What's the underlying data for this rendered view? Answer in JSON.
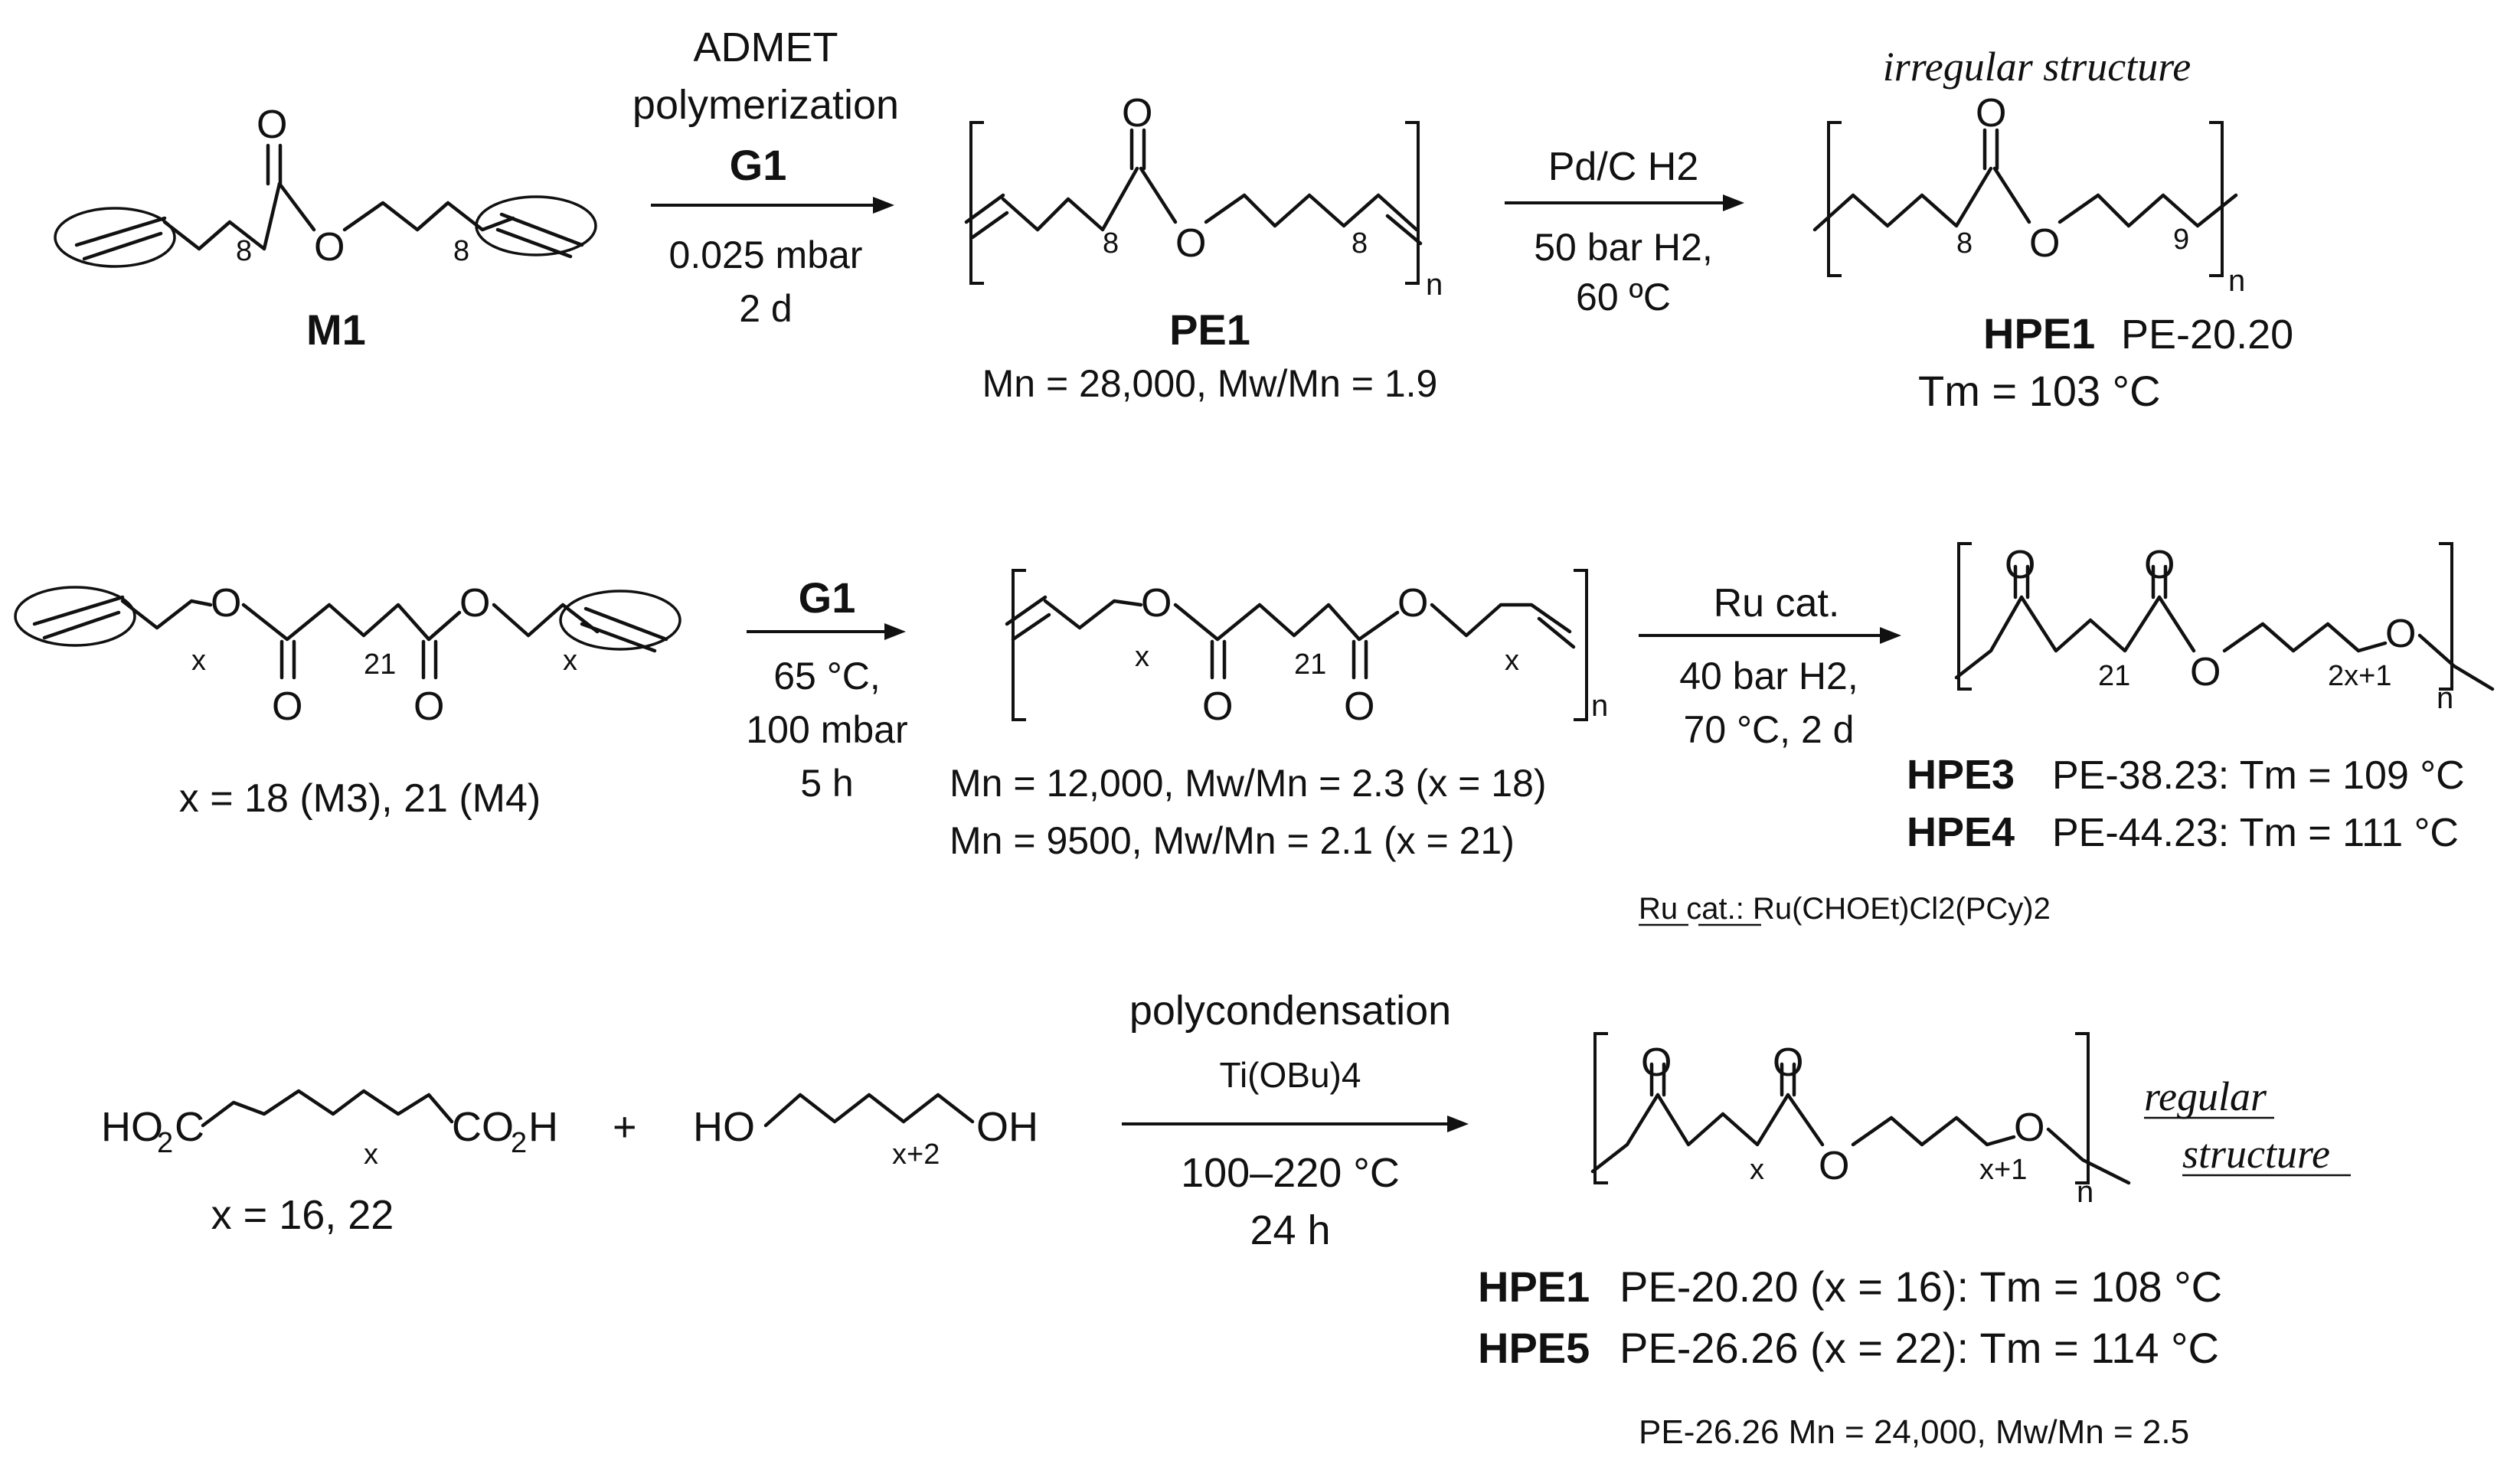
{
  "row1": {
    "m1_label": "M1",
    "m1_sub8a": "8",
    "m1_sub8b": "8",
    "arrow1_top1": "ADMET",
    "arrow1_top2": "polymerization",
    "arrow1_cat": "G1",
    "arrow1_bot1": "0.025 mbar",
    "arrow1_bot2": "2 d",
    "pe1_label": "PE1",
    "pe1_props": "Mn = 28,000, Mw/Mn = 1.9",
    "arrow2_top": "Pd/C H2",
    "arrow2_bot1": "50 bar H2,",
    "arrow2_bot2": "60 ºC",
    "irregular": "irregular structure",
    "hpe1_label": "HPE1",
    "hpe1_name": "PE-20.20",
    "hpe1_tm": "Tm = 103 °C"
  },
  "row2": {
    "monomer_caption": "x = 18 (M3), 21 (M4)",
    "arrow1_cat": "G1",
    "arrow1_bot1": "65 °C,",
    "arrow1_bot2": "100 mbar",
    "arrow1_bot3": "5 h",
    "props1": "Mn = 12,000, Mw/Mn = 2.3 (x = 18)",
    "props2": "Mn = 9500, Mw/Mn = 2.1 (x = 21)",
    "arrow2_top": "Ru cat.",
    "arrow2_bot1": "40 bar H2,",
    "arrow2_bot2": "70 °C, 2 d",
    "hpe3_label": "HPE3",
    "hpe3_text": "PE-38.23: Tm = 109 °C",
    "hpe4_label": "HPE4",
    "hpe4_text": "PE-44.23: Tm = 111 °C",
    "rucat_note": "Ru cat.: Ru(CHOEt)Cl2(PCy)2"
  },
  "row3": {
    "diacid": "HO2C ... CO2H",
    "x_caption": "x = 16, 22",
    "plus": "+",
    "arrow_top1": "polycondensation",
    "arrow_top2": "Ti(OBu)4",
    "arrow_bot1": "100–220 °C",
    "arrow_bot2": "24 h",
    "regular1": "regular",
    "regular2": "structure",
    "hpe1_label": "HPE1",
    "hpe1_text": "PE-20.20 (x = 16): Tm = 108 °C",
    "hpe5_label": "HPE5",
    "hpe5_text": "PE-26.26 (x = 22): Tm = 114 °C",
    "footnote": "PE-26.26 Mn = 24,000, Mw/Mn = 2.5"
  }
}
